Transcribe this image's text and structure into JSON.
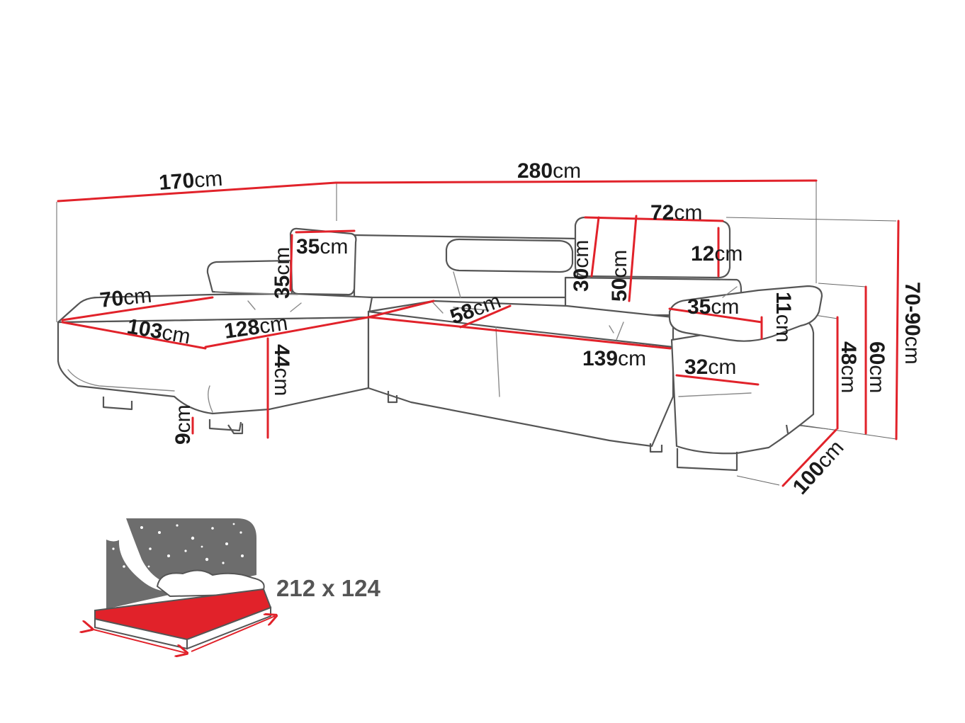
{
  "colors": {
    "dimension": "#e1222a",
    "outline": "#555555",
    "bed_background": "#6d6d6d"
  },
  "unit": "cm",
  "dimensions": [
    {
      "id": "total-left-width",
      "value": "170"
    },
    {
      "id": "total-right-width",
      "value": "280"
    },
    {
      "id": "headrest-width",
      "value": "72"
    },
    {
      "id": "headrest-height",
      "value": "30"
    },
    {
      "id": "headrest-thickness",
      "value": "12"
    },
    {
      "id": "backrest-span",
      "value": "50"
    },
    {
      "id": "total-height",
      "value": "70-90"
    },
    {
      "id": "armrest-height",
      "value": "60"
    },
    {
      "id": "cushion-height",
      "value": "48"
    },
    {
      "id": "depth",
      "value": "100"
    },
    {
      "id": "armrest-length",
      "value": "35"
    },
    {
      "id": "armrest-thickness",
      "value": "11"
    },
    {
      "id": "armrest-width",
      "value": "32"
    },
    {
      "id": "seat-length",
      "value": "139"
    },
    {
      "id": "seat-depth",
      "value": "58"
    },
    {
      "id": "corner-seat-width",
      "value": "128"
    },
    {
      "id": "chaise-length",
      "value": "103"
    },
    {
      "id": "chaise-width",
      "value": "70"
    },
    {
      "id": "seat-height",
      "value": "44"
    },
    {
      "id": "leg-height",
      "value": "9"
    },
    {
      "id": "pillow-width",
      "value": "35"
    },
    {
      "id": "pillow-height",
      "value": "35"
    }
  ],
  "bed": {
    "size_label": "212 x 124"
  }
}
